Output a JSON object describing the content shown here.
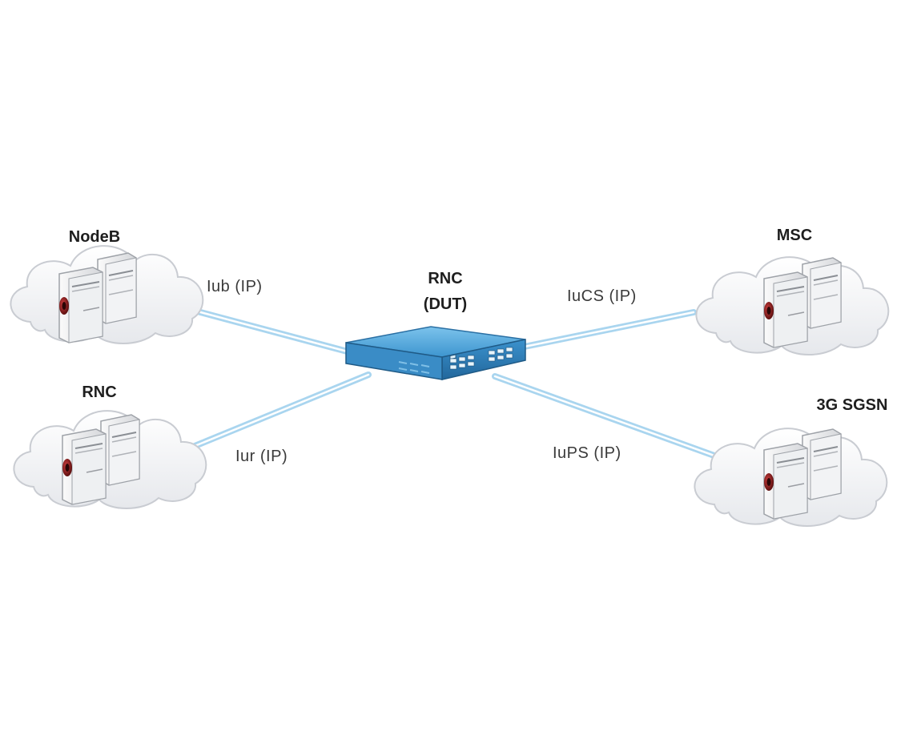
{
  "nodes": {
    "nodeb": {
      "label": "NodeB"
    },
    "rnc_left": {
      "label": "RNC"
    },
    "dut": {
      "label_line1": "RNC",
      "label_line2": "(DUT)"
    },
    "msc": {
      "label": "MSC"
    },
    "sgsn": {
      "label": "3G SGSN"
    }
  },
  "links": {
    "iub": {
      "label": "Iub (IP)"
    },
    "iur": {
      "label": "Iur (IP)"
    },
    "iucs": {
      "label": "IuCS (IP)"
    },
    "iups": {
      "label": "IuPS (IP)"
    }
  },
  "colors": {
    "link": "#a8d4ee",
    "link_core": "#ffffff",
    "switch_top": "#4aa3d8",
    "switch_front": "#2f86c4",
    "cloud": "#f3f4f6",
    "server_body": "#e9eaed",
    "server_emblem": "#8b1a1a"
  }
}
